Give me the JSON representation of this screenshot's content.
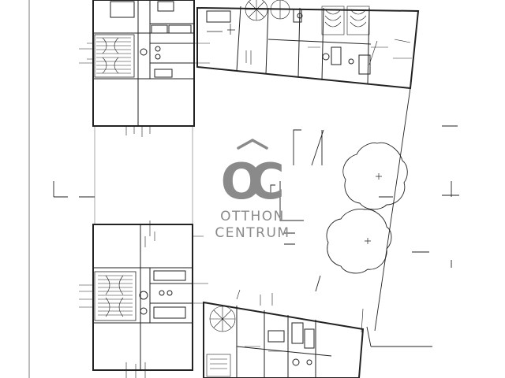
{
  "watermark": {
    "monogram_left": "O",
    "monogram_right": "C",
    "line1": "OTTHON",
    "line2": "CENTRUM",
    "color": "#8a8a8a"
  },
  "colors": {
    "ink": "#2b2b2b",
    "wall": "#1f1f1f",
    "paper": "#ffffff"
  }
}
